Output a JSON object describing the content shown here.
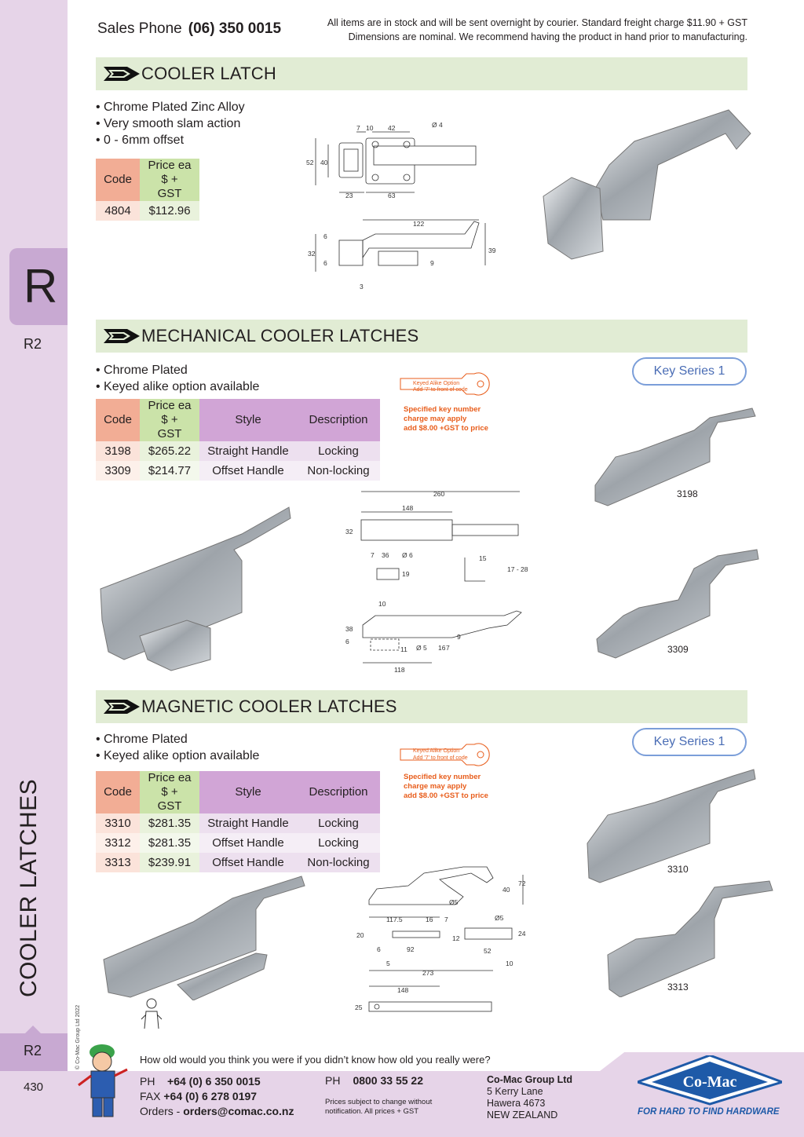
{
  "header": {
    "sales_label": "Sales Phone",
    "sales_phone": "(06) 350 0015",
    "note_line1": "All items are in stock and will be sent overnight by courier. Standard freight charge $11.90 + GST",
    "note_line2": "Dimensions are nominal. We recommend having the product in hand prior to manufacturing."
  },
  "sidebar": {
    "letter": "R",
    "code": "R2",
    "vertical_title": "COOLER LATCHES",
    "copyright": "© Co-Mac Group Ltd 2022",
    "code_bottom": "R2",
    "page_number": "430"
  },
  "sections": [
    {
      "title": "COOLER LATCH",
      "bullets": [
        "• Chrome Plated Zinc Alloy",
        "• Very smooth slam action",
        "• 0 - 6mm offset"
      ],
      "table": {
        "headers": [
          "Code",
          "Price ea",
          "$ + GST"
        ],
        "rows": [
          {
            "code": "4804",
            "price": "$112.96"
          }
        ]
      },
      "dims_top": [
        "7",
        "10",
        "42",
        "Ø 4",
        "52",
        "40",
        "23",
        "63"
      ],
      "dims_side": [
        "122",
        "6",
        "32",
        "6",
        "39",
        "9",
        "3"
      ]
    },
    {
      "title": "MECHANICAL COOLER LATCHES",
      "bullets": [
        "• Chrome Plated",
        "• Keyed alike option available"
      ],
      "table": {
        "headers": [
          "Code",
          "Price ea",
          "$ + GST",
          "Style",
          "Description"
        ],
        "rows": [
          {
            "code": "3198",
            "price": "$265.22",
            "style": "Straight Handle",
            "desc": "Locking"
          },
          {
            "code": "3309",
            "price": "$214.77",
            "style": "Offset Handle",
            "desc": "Non-locking"
          }
        ]
      },
      "key_button": "Key Series 1",
      "keyed_tag_1": "Keyed Alike Option",
      "keyed_tag_2": "Add '7' to front of code",
      "keyed_note": [
        "Specified key number",
        "charge may apply",
        "add $8.00 +GST to price"
      ],
      "product_labels": [
        "3198",
        "3309"
      ],
      "dims": [
        "260",
        "148",
        "32",
        "7",
        "36",
        "Ø 6",
        "19",
        "10",
        "15",
        "17 - 28",
        "38",
        "6",
        "11",
        "Ø 5",
        "16",
        "7",
        "9",
        "118"
      ]
    },
    {
      "title": "MAGNETIC COOLER LATCHES",
      "bullets": [
        "• Chrome Plated",
        "• Keyed alike option available"
      ],
      "table": {
        "headers": [
          "Code",
          "Price ea",
          "$ + GST",
          "Style",
          "Description"
        ],
        "rows": [
          {
            "code": "3310",
            "price": "$281.35",
            "style": "Straight Handle",
            "desc": "Locking"
          },
          {
            "code": "3312",
            "price": "$281.35",
            "style": "Offset Handle",
            "desc": "Locking"
          },
          {
            "code": "3313",
            "price": "$239.91",
            "style": "Offset Handle",
            "desc": "Non-locking"
          }
        ]
      },
      "key_button": "Key Series 1",
      "keyed_tag_1": "Keyed Alike Option",
      "keyed_tag_2": "Add '7' to front of code",
      "keyed_note": [
        "Specified key number",
        "charge may apply",
        "add $8.00 +GST to price"
      ],
      "product_labels": [
        "3310",
        "3313"
      ],
      "dims": [
        "40",
        "72",
        "Ø5",
        "117.5",
        "16",
        "7",
        "20",
        "12",
        "Ø5",
        "24",
        "6",
        "92",
        "52",
        "5",
        "10",
        "273",
        "148",
        "25"
      ]
    }
  ],
  "footer": {
    "quip": "How old would you think you were if you didn’t know how old you really were?",
    "ph_label": "PH",
    "ph": "+64 (0) 6 350 0015",
    "fax_label": "FAX",
    "fax": "+64 (0) 6 278 0197",
    "orders_label": "Orders -",
    "orders": "orders@comac.co.nz",
    "ph2_label": "PH",
    "ph2": "0800 33 55 22",
    "prices_note_1": "Prices subject to change without",
    "prices_note_2": "notification. All prices + GST",
    "company": "Co-Mac Group Ltd",
    "addr1": "5 Kerry Lane",
    "addr2": "Hawera 4673",
    "addr3": "NEW ZEALAND",
    "logo_text": "Co-Mac",
    "tagline": "FOR HARD TO FIND HARDWARE"
  },
  "colors": {
    "sidebar": "#e6d4e8",
    "section_band": "#e1ecd4",
    "code_header": "#f2ad95",
    "price_header": "#cbe3a9",
    "style_header": "#d1a5d6",
    "key_button_border": "#7b9ed9",
    "keyed_note": "#e85d1b",
    "logo_blue": "#1e5aa8"
  }
}
